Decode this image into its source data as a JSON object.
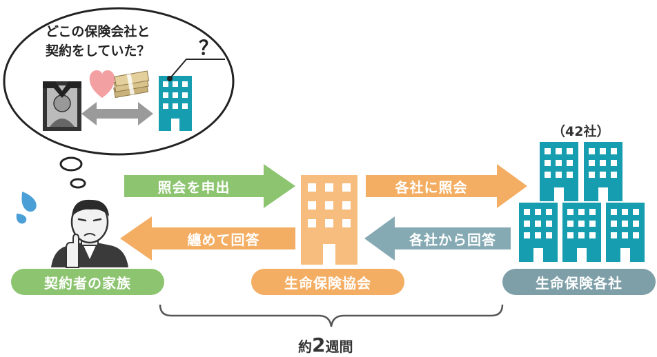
{
  "bubble": {
    "line1": "どこの保険会社と",
    "line2": "契約をしていた？",
    "question_mark": "？"
  },
  "count_label": "（42社）",
  "arrows": {
    "request": "照会を申出",
    "inquire": "各社に照会",
    "company_reply": "各社から回答",
    "summary_reply": "纏めて回答"
  },
  "pills": {
    "family": "契約者の家族",
    "association": "生命保険協会",
    "companies": "生命保険各社"
  },
  "duration": {
    "prefix": "約",
    "number": "2",
    "suffix": "週間"
  },
  "colors": {
    "green": "#8cc470",
    "orange": "#f4ae63",
    "teal_arrow": "#86aab4",
    "teal_building": "#169eb0",
    "teal_pill": "#7e9fa8",
    "building_orange": "#f7bd7e"
  }
}
